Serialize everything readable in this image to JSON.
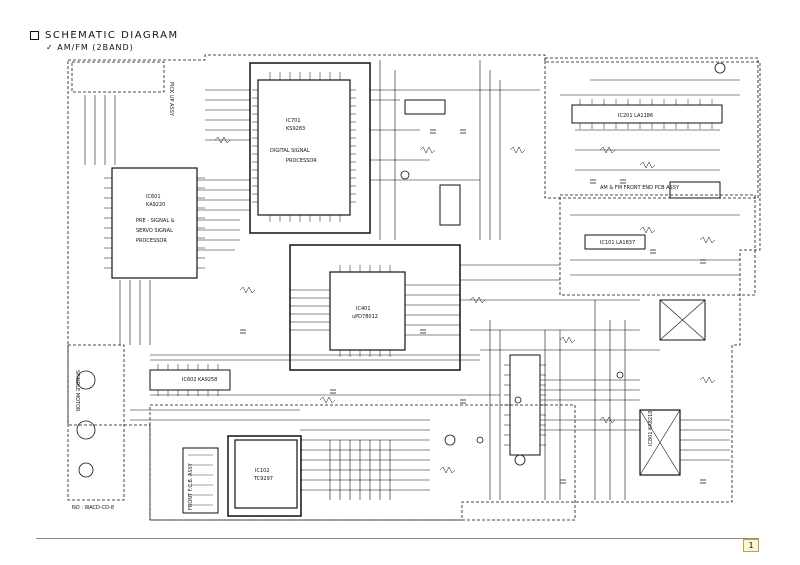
{
  "header": {
    "title": "SCHEMATIC DIAGRAM",
    "subtitle": "AM/FM (2BAND)"
  },
  "blocks": {
    "pickup": "PICK UP ASSY",
    "ic701_ref": "IC701",
    "ic701_part": "KS9283",
    "ic701_desc1": "DIGITAL SIGNAL",
    "ic701_desc2": "PROCESSOR",
    "ic601_ref": "IC601",
    "ic601_part": "KA9220",
    "ic601_desc1": "PRE - SIGNAL &",
    "ic601_desc2": "SERVO SIGNAL",
    "ic601_desc3": "PROCESSOR",
    "ic401_ref": "IC401",
    "ic401_part": "uPD78012",
    "ic602_ref": "IC602",
    "ic602_part": "KA9258",
    "ic102_ref": "IC102",
    "ic102_part": "TC9297",
    "front_assy": "FRONT F.C.B. ASSY",
    "amfm_assy": "AM & FM FRONT END PCB ASSY",
    "ic_tuner": "IC101 LA1837",
    "ic_rf": "IC201 LA1186",
    "ic_amp": "IC801 KA8210",
    "motor": "SPINDLE MOTOR",
    "wacd": "NO : WACD-CD-8"
  },
  "page_number": "1"
}
